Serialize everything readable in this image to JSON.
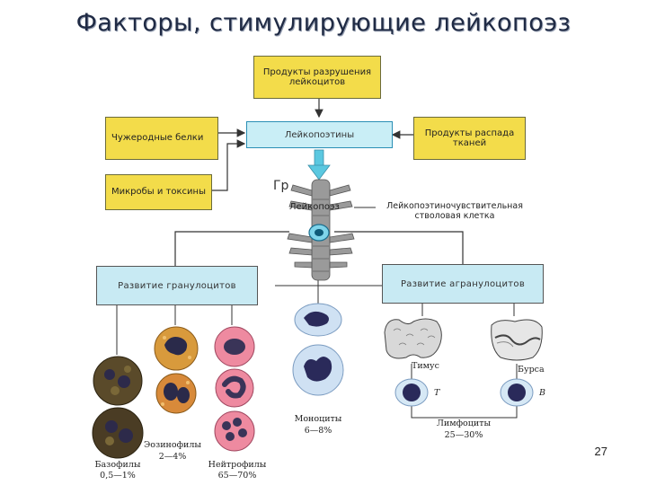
{
  "title": "Факторы, стимулирующие лейкопоэз",
  "boxes": {
    "products_destruction": "Продукты разрушения лейкоцитов",
    "foreign_proteins": "Чужеродные белки",
    "leukopoietins": "Лейкопоэтины",
    "tissue_products": "Продукты распада тканей",
    "microbes_toxins": "Микробы и токсины",
    "granulocyte_dev": "Развитие гранулоцитов",
    "agranulocyte_dev": "Развитие агранулоцитов"
  },
  "labels": {
    "gr": "Гр",
    "leukopoiesis": "Лейкопоэз",
    "stem_cell": "Лейкопоэтиночувствительная стволовая клетка",
    "thymus": "Тимус",
    "bursa": "Бурса",
    "t_label": "T",
    "b_label": "B",
    "lymphocytes": "Лимфоциты",
    "lymphocytes_pct": "25—30%",
    "monocytes": "Моноциты",
    "monocytes_pct": "6—8%",
    "eosinophils": "Эозинофилы",
    "eosinophils_pct": "2—4%",
    "basophils": "Базофилы",
    "basophils_pct": "0,5—1%",
    "neutrophils": "Нейтрофилы",
    "neutrophils_pct": "65—70%"
  },
  "page_number": "27",
  "colors": {
    "yellow_box": "#f3dc4a",
    "cyan_box": "#c9eef6",
    "arrow_cyan": "#5bc8e0",
    "basophil": "#3c3420",
    "eosinophil": "#d89a3c",
    "neutrophil": "#e87f94",
    "monocyte": "#cfe1f3",
    "lymphocyte": "#d6e8f5"
  }
}
